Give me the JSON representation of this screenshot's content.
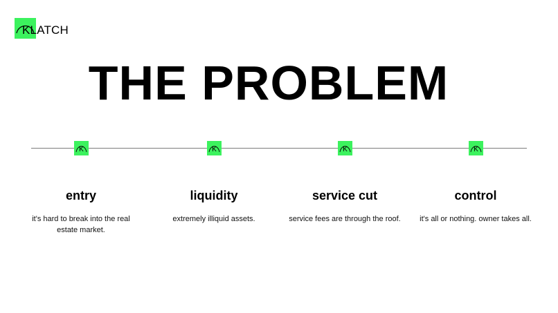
{
  "brand": {
    "name": "KLATCH",
    "mark_letter": "K",
    "accent_color": "#3cf25e"
  },
  "title": "THE PROBLEM",
  "problems": [
    {
      "marker_icon": "klatch-k-icon",
      "title": "entry",
      "description": "it's hard to break into the real estate market."
    },
    {
      "marker_icon": "klatch-k-icon",
      "title": "liquidity",
      "description": "extremely illiquid assets."
    },
    {
      "marker_icon": "klatch-k-icon",
      "title": "service cut",
      "description": "service fees are through the roof."
    },
    {
      "marker_icon": "klatch-k-icon",
      "title": "control",
      "description": "it's all or nothing. owner takes all."
    }
  ]
}
